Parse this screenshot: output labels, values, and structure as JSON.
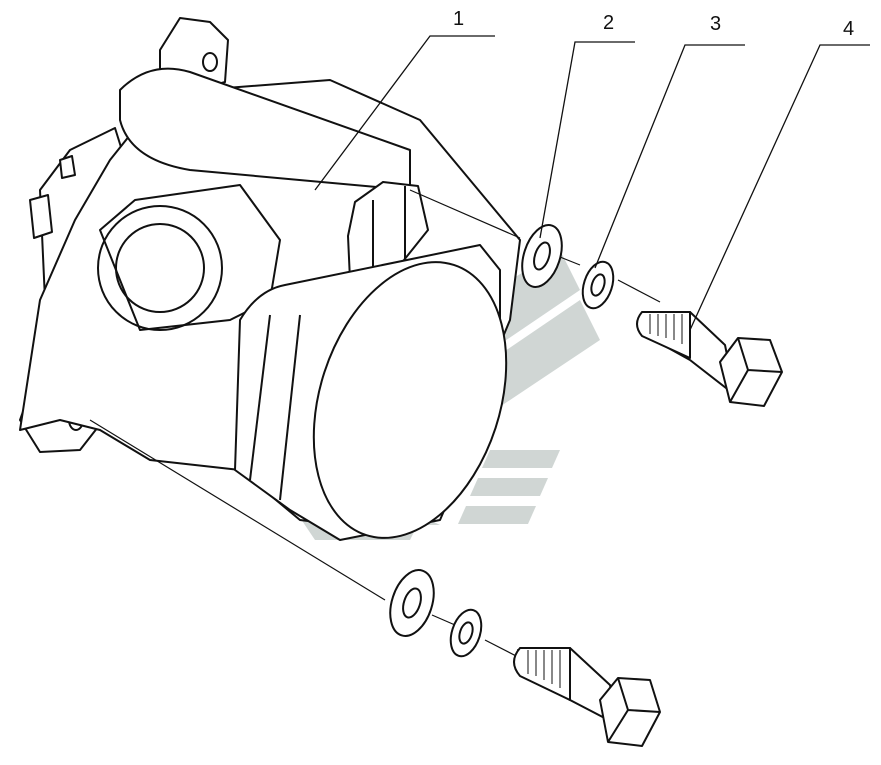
{
  "diagram": {
    "type": "exploded-parts-view",
    "callouts": [
      {
        "label": "1",
        "part": "pump-body"
      },
      {
        "label": "2",
        "part": "flat-washer"
      },
      {
        "label": "3",
        "part": "spring-washer"
      },
      {
        "label": "4",
        "part": "hex-bolt"
      }
    ],
    "colors": {
      "line": "#111111",
      "paper": "#ffffff",
      "watermark": "#c8cfcd"
    }
  }
}
